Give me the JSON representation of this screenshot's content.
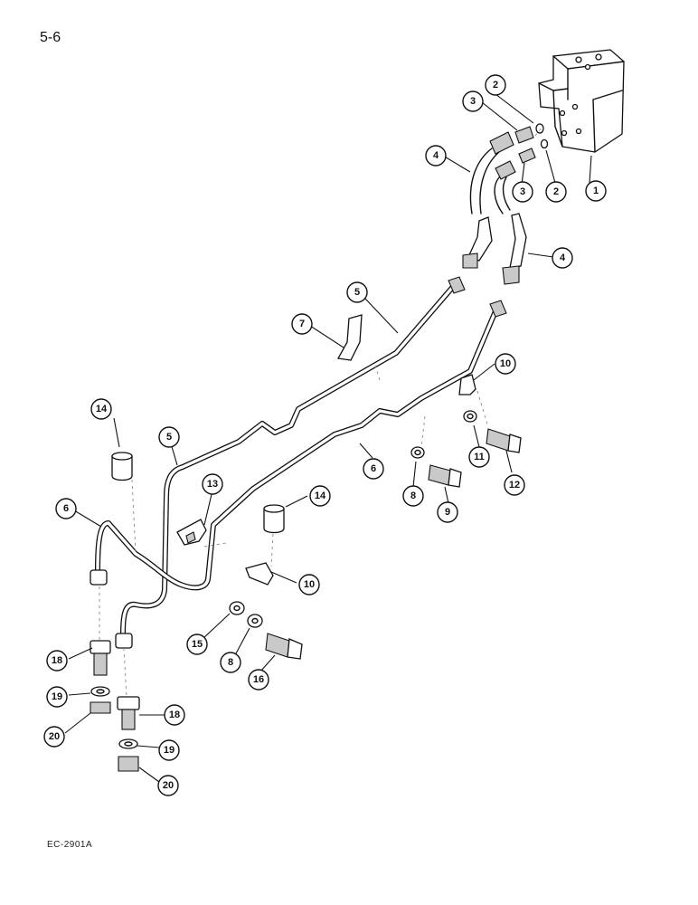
{
  "page_number": "5-6",
  "reference_code": "EC-2901A",
  "callouts": [
    {
      "id": "c1",
      "label": "1"
    },
    {
      "id": "c2a",
      "label": "2"
    },
    {
      "id": "c2b",
      "label": "2"
    },
    {
      "id": "c3a",
      "label": "3"
    },
    {
      "id": "c3b",
      "label": "3"
    },
    {
      "id": "c4a",
      "label": "4"
    },
    {
      "id": "c4b",
      "label": "4"
    },
    {
      "id": "c5a",
      "label": "5"
    },
    {
      "id": "c5b",
      "label": "5"
    },
    {
      "id": "c6a",
      "label": "6"
    },
    {
      "id": "c6b",
      "label": "6"
    },
    {
      "id": "c7",
      "label": "7"
    },
    {
      "id": "c8a",
      "label": "8"
    },
    {
      "id": "c8b",
      "label": "8"
    },
    {
      "id": "c9",
      "label": "9"
    },
    {
      "id": "c10a",
      "label": "10"
    },
    {
      "id": "c10b",
      "label": "10"
    },
    {
      "id": "c11",
      "label": "11"
    },
    {
      "id": "c12",
      "label": "12"
    },
    {
      "id": "c13",
      "label": "13"
    },
    {
      "id": "c14a",
      "label": "14"
    },
    {
      "id": "c14b",
      "label": "14"
    },
    {
      "id": "c15",
      "label": "15"
    },
    {
      "id": "c16",
      "label": "16"
    },
    {
      "id": "c18a",
      "label": "18"
    },
    {
      "id": "c18b",
      "label": "18"
    },
    {
      "id": "c19a",
      "label": "19"
    },
    {
      "id": "c19b",
      "label": "19"
    },
    {
      "id": "c20a",
      "label": "20"
    },
    {
      "id": "c20b",
      "label": "20"
    }
  ]
}
